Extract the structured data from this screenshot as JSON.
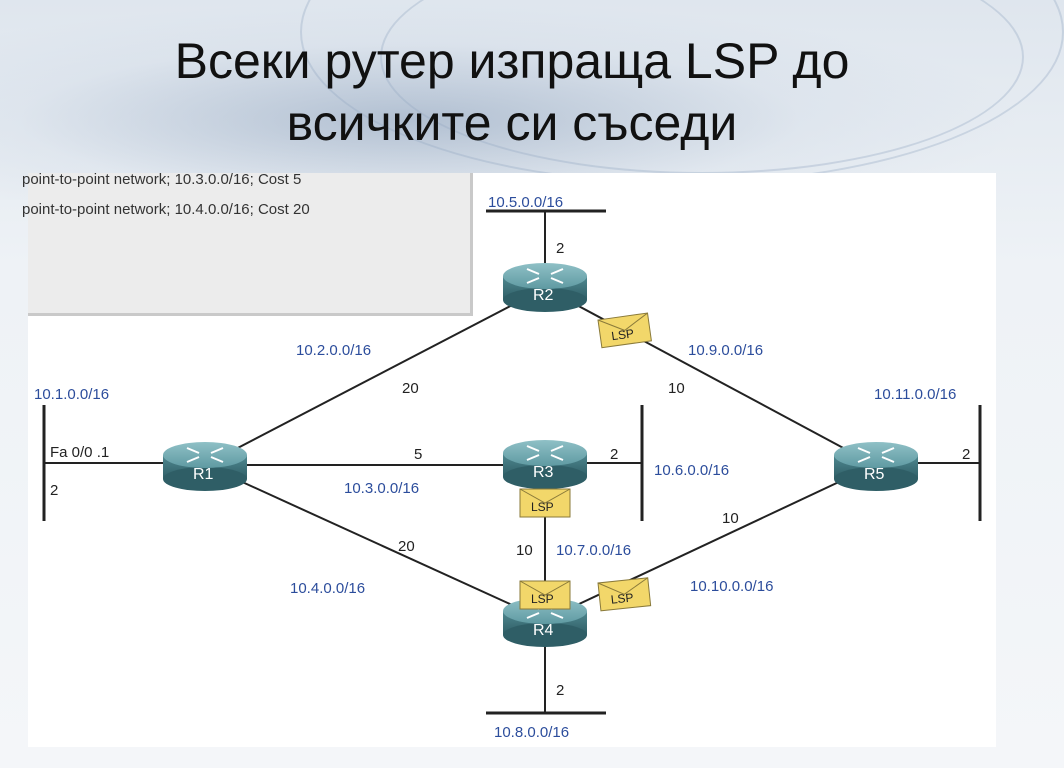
{
  "slide": {
    "title_line1": "Всеки рутер изпраща LSP до",
    "title_line2": "всичките си съседи"
  },
  "info_box": {
    "line1": "point-to-point network; 10.3.0.0/16; Cost 5",
    "line2": "point-to-point network; 10.4.0.0/16; Cost 20"
  },
  "diagram": {
    "routers": [
      "R1",
      "R2",
      "R3",
      "R4",
      "R5"
    ],
    "networks": {
      "n1": "10.1.0.0/16",
      "n2": "10.2.0.0/16",
      "n3": "10.3.0.0/16",
      "n4": "10.4.0.0/16",
      "n5": "10.5.0.0/16",
      "n6": "10.6.0.0/16",
      "n7": "10.7.0.0/16",
      "n8": "10.8.0.0/16",
      "n9": "10.9.0.0/16",
      "n10": "10.10.0.0/16",
      "n11": "10.11.0.0/16"
    },
    "costs": {
      "r1_lan": "2",
      "r1_r2": "20",
      "r1_r3": "5",
      "r1_r4": "20",
      "r2_lan": "2",
      "r2_r5": "10",
      "r3_lan": "2",
      "r3_r4": "10",
      "r4_lan": "2",
      "r4_r5": "10",
      "r5_lan": "2"
    },
    "interface_label": "Fa 0/0 .1",
    "lsp_label": "LSP",
    "colors": {
      "network_text": "#2c4d9c",
      "router_body": "#5f9aa2",
      "lsp_envelope": "#f2d76a"
    }
  }
}
